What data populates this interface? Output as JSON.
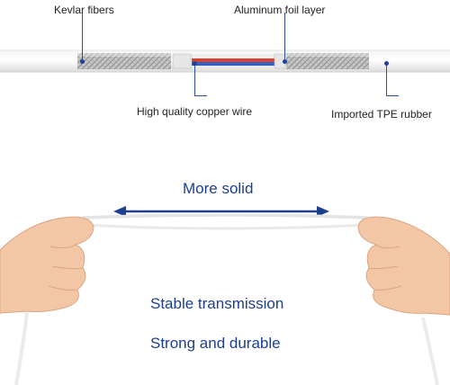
{
  "diagram": {
    "labels": {
      "kevlar": "Kevlar fibers",
      "foil": "Aluminum foil layer",
      "copper": "High quality copper wire",
      "tpe": "Imported TPE rubber"
    }
  },
  "features": {
    "solid": "More solid",
    "stable": "Stable transmission",
    "strong": "Strong and durable"
  },
  "colors": {
    "accent_blue": "#1d3f8f",
    "wire_red": "#d8412f",
    "wire_blue": "#2f62c8",
    "skin": "#f3c6a6"
  },
  "icons": {
    "arrow": "double-headed-arrow-icon"
  }
}
